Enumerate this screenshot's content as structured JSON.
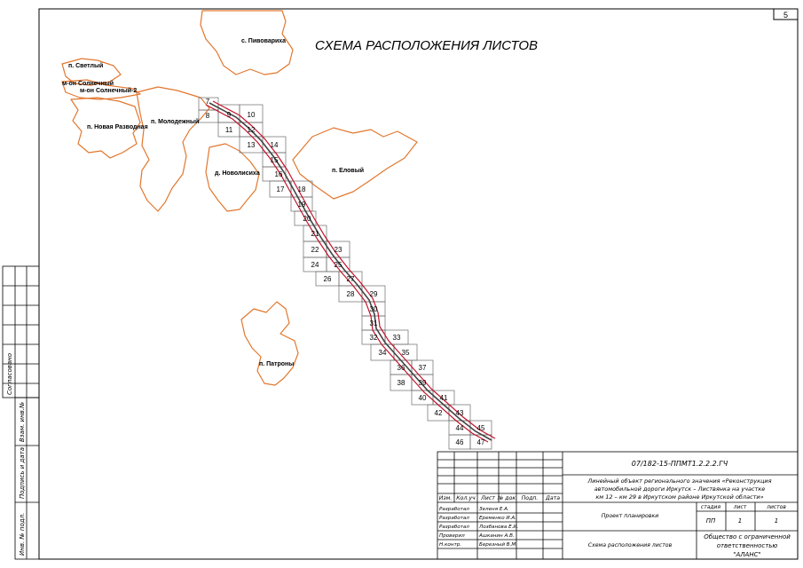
{
  "page_number": "5",
  "title": "СХЕМА РАСПОЛОЖЕНИЯ ЛИСТОВ",
  "places": [
    {
      "name": "с. Пивовариха"
    },
    {
      "name": "п. Светлый"
    },
    {
      "name": "м-он Солнечный"
    },
    {
      "name": "м-он Солнечный-2"
    },
    {
      "name": "п. Новая Разводная"
    },
    {
      "name": "п. Молодежный"
    },
    {
      "name": "д. Новолисиха"
    },
    {
      "name": "п. Еловый"
    },
    {
      "name": "п. Патроны"
    }
  ],
  "sheets": [
    "7",
    "8",
    "9",
    "10",
    "11",
    "12",
    "13",
    "14",
    "15",
    "16",
    "17",
    "18",
    "19",
    "20",
    "21",
    "22",
    "23",
    "24",
    "25",
    "26",
    "27",
    "28",
    "29",
    "30",
    "31",
    "32",
    "33",
    "34",
    "35",
    "36",
    "37",
    "38",
    "39",
    "40",
    "41",
    "42",
    "43",
    "44",
    "45",
    "46",
    "47"
  ],
  "side_stamp": {
    "agreed": "Согласовано",
    "inv_replace": "Взам. инв.№",
    "sign_date": "Подпись и дата",
    "inv_orig": "Инв. № подл."
  },
  "title_block": {
    "code": "07/182-15-ППМТ1.2.2.2.ГЧ",
    "object_lines": [
      "Линейный объект регионального значения «Реконструкция",
      "автомобильной дороги Иркутск – Листвянка на участке",
      "км 12 – км 29 в Иркутском районе Иркутской области»"
    ],
    "headers": [
      "Изм.",
      "Кол.уч",
      "Лист",
      "№ док.",
      "Подп.",
      "Дата"
    ],
    "people": [
      {
        "role": "Разработал",
        "name": "Зеленя Е.А."
      },
      {
        "role": "Разработал",
        "name": "Еременко И.А."
      },
      {
        "role": "Разработал",
        "name": "Лозбанова Е.И."
      },
      {
        "role": "Проверил",
        "name": "Ашканин А.В."
      },
      {
        "role": "Н.контр.",
        "name": "Березный В.М."
      }
    ],
    "project": "Проект планировки",
    "stage_header": "стадия",
    "sheet_header": "лист",
    "sheets_header": "листов",
    "stage": "ПП",
    "sheet": "1",
    "sheets_total": "1",
    "drawing_name": "Схема расположения листов",
    "org_lines": [
      "Общество с ограниченной",
      "ответственностью",
      "\"АЛАНС\""
    ]
  },
  "colors": {
    "boundary": "#e2772e",
    "road": "#c0142b",
    "frame": "#000000",
    "grid": "#6b6b6b"
  }
}
